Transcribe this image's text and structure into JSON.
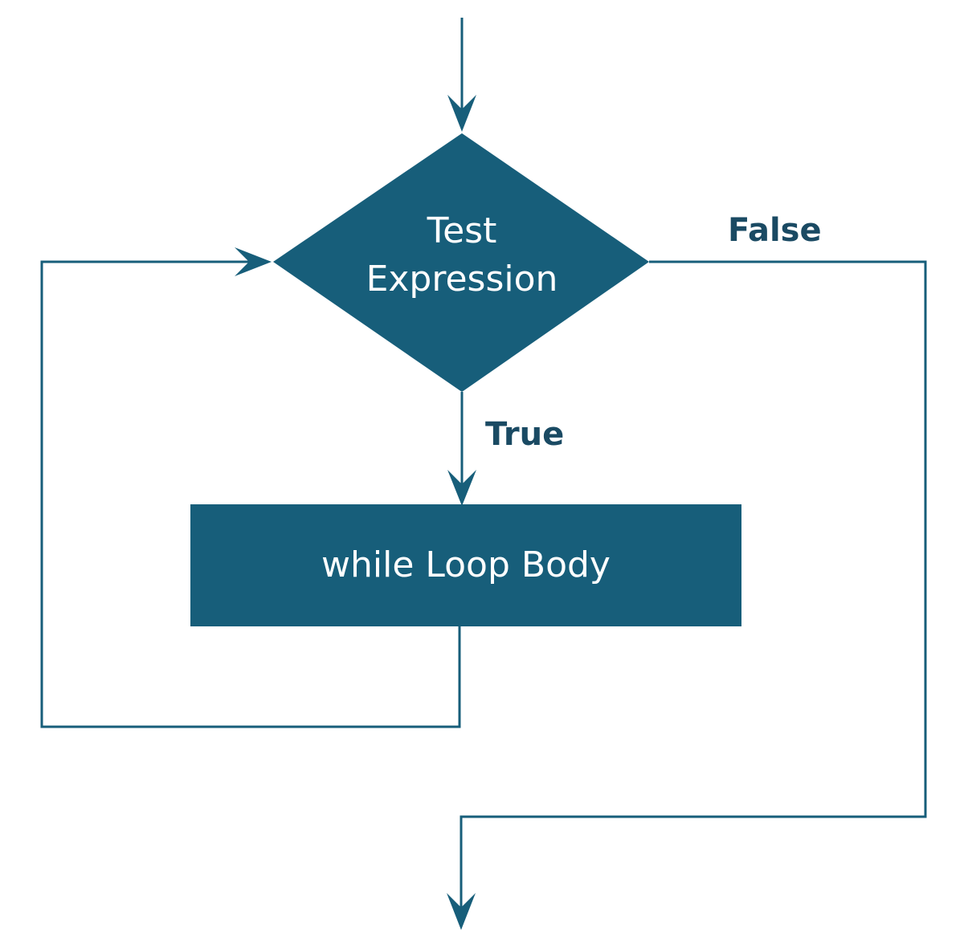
{
  "diagram": {
    "type": "flowchart",
    "colors": {
      "shape_fill": "#175e7a",
      "line": "#175e7a",
      "shape_text": "#ffffff",
      "edge_label_text": "#1a4a63",
      "background": "#ffffff"
    },
    "nodes": {
      "decision": {
        "shape": "diamond",
        "label_line1": "Test",
        "label_line2": "Expression"
      },
      "loop_body": {
        "shape": "rectangle",
        "label": "while Loop Body"
      }
    },
    "edges": {
      "true_label": "True",
      "false_label": "False"
    }
  }
}
